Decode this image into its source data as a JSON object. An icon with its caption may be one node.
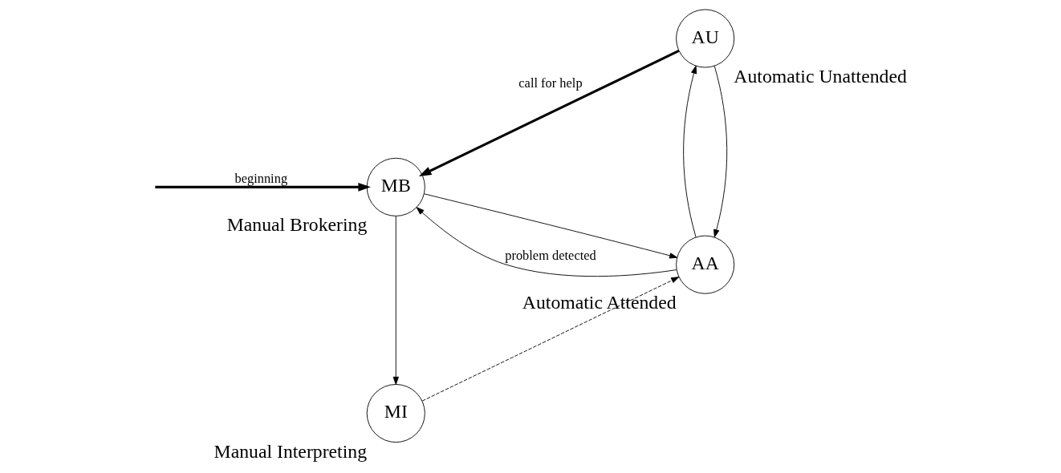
{
  "diagram": {
    "nodes": [
      {
        "text": [
          "MB"
        ],
        "beside": [
          "Manual Brokering"
        ]
      },
      {
        "text": [
          "AA"
        ],
        "beside": [
          "Automatic Attended"
        ]
      },
      {
        "text": [
          "MI"
        ],
        "beside": [
          "Manual Interpreting"
        ]
      },
      {
        "text": [
          "AU"
        ],
        "beside": [
          "Automatic Unattended"
        ]
      }
    ],
    "edges": [
      {
        "from": null,
        "to": 0,
        "arrow": "to",
        "label": "beginning",
        "style": "thick"
      },
      {
        "from": 0,
        "to": 1,
        "arrow": "to"
      },
      {
        "from": 1,
        "to": 0,
        "arrow": "to",
        "label": "problem detected"
      },
      {
        "from": 0,
        "to": 2,
        "arrow": "to"
      },
      {
        "from": 2,
        "to": 1,
        "arrow": "to",
        "style": "dashed"
      },
      {
        "from": 3,
        "to": 0,
        "arrow": "to",
        "label": "call for help",
        "style": "thick"
      },
      {
        "from": 3,
        "to": 1,
        "arrow": "to"
      },
      {
        "from": 1,
        "to": 3,
        "arrow": "to"
      }
    ]
  }
}
